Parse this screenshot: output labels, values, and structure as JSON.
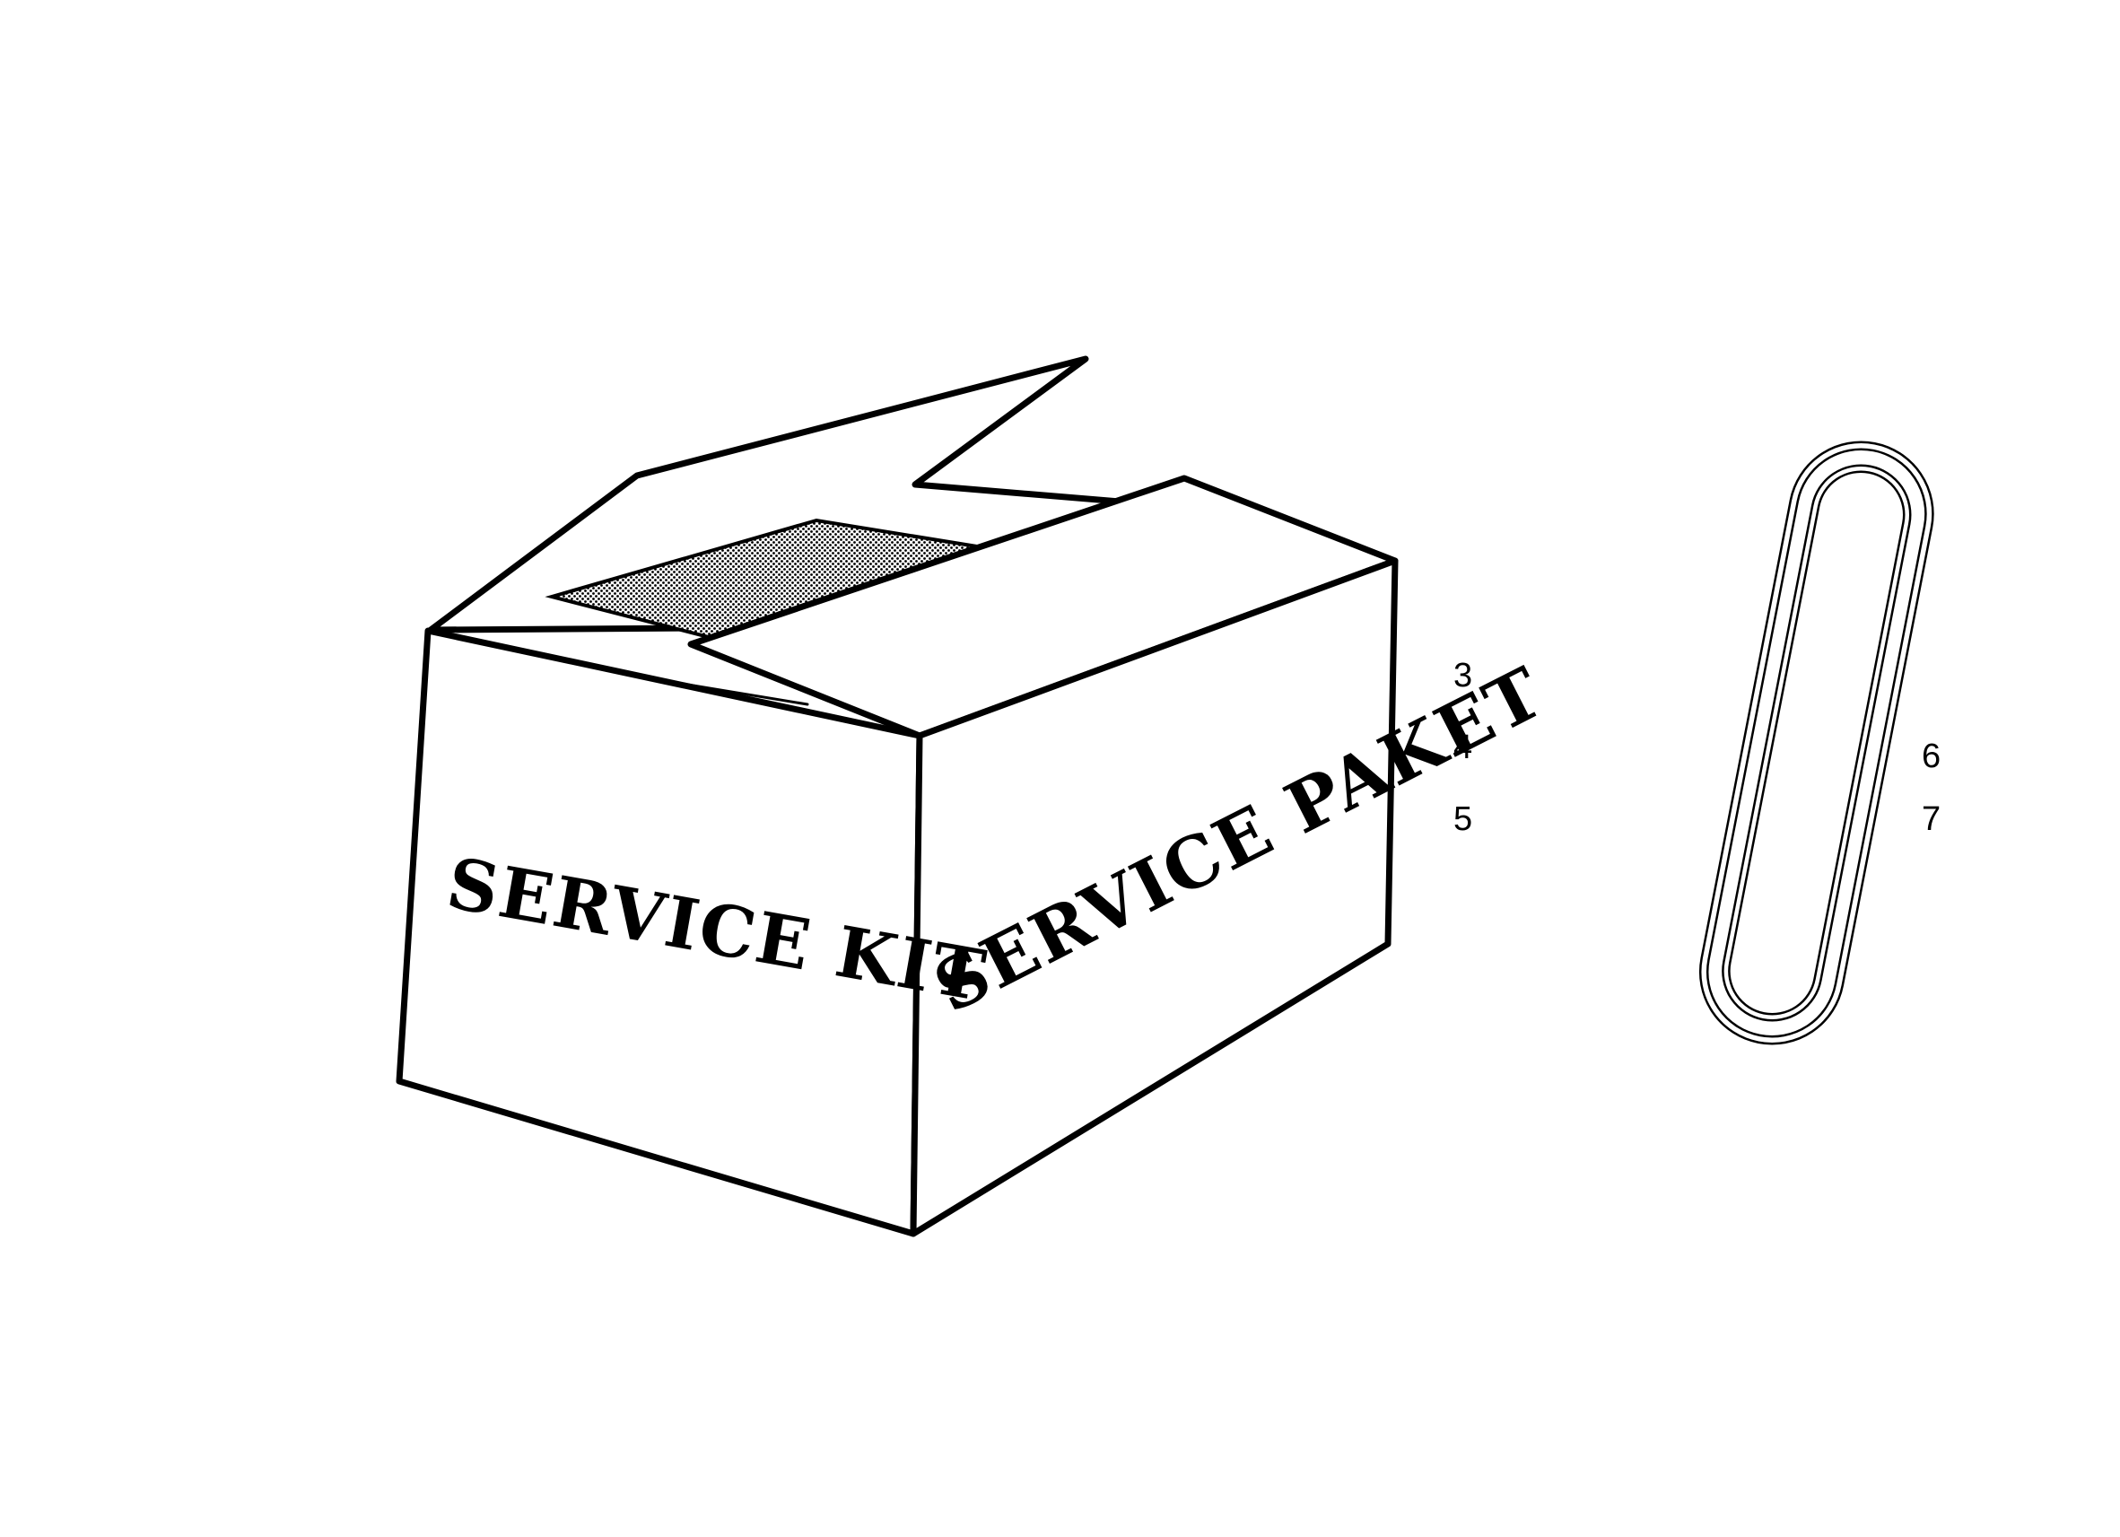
{
  "box": {
    "front_label": "SERVICE KIT",
    "side_label": "SERVICE PAKET"
  },
  "callouts": {
    "box_items": [
      "3",
      "4",
      "5"
    ],
    "belt_items": [
      "6",
      "7"
    ]
  },
  "colors": {
    "line": "#000000",
    "fill": "#ffffff",
    "shade": "#9a9a9a"
  }
}
